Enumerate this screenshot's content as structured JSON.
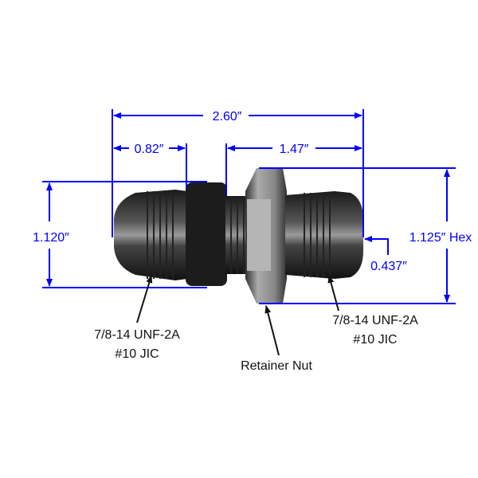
{
  "dimensions": {
    "overall_length": "2.60″",
    "left_flare_length": "0.82″",
    "right_length": "1.47″",
    "collar_diameter": "1.120″",
    "hex_size": "1.125″ Hex",
    "tube_od": "0.437″"
  },
  "callouts": {
    "left_thread": {
      "line1": "7/8-14 UNF-2A",
      "line2": "#10 JIC"
    },
    "right_thread": {
      "line1": "7/8-14 UNF-2A",
      "line2": "#10 JIC"
    },
    "retainer_nut": "Retainer Nut"
  },
  "colors": {
    "dimension": "#0000ff",
    "callout": "#111111"
  }
}
